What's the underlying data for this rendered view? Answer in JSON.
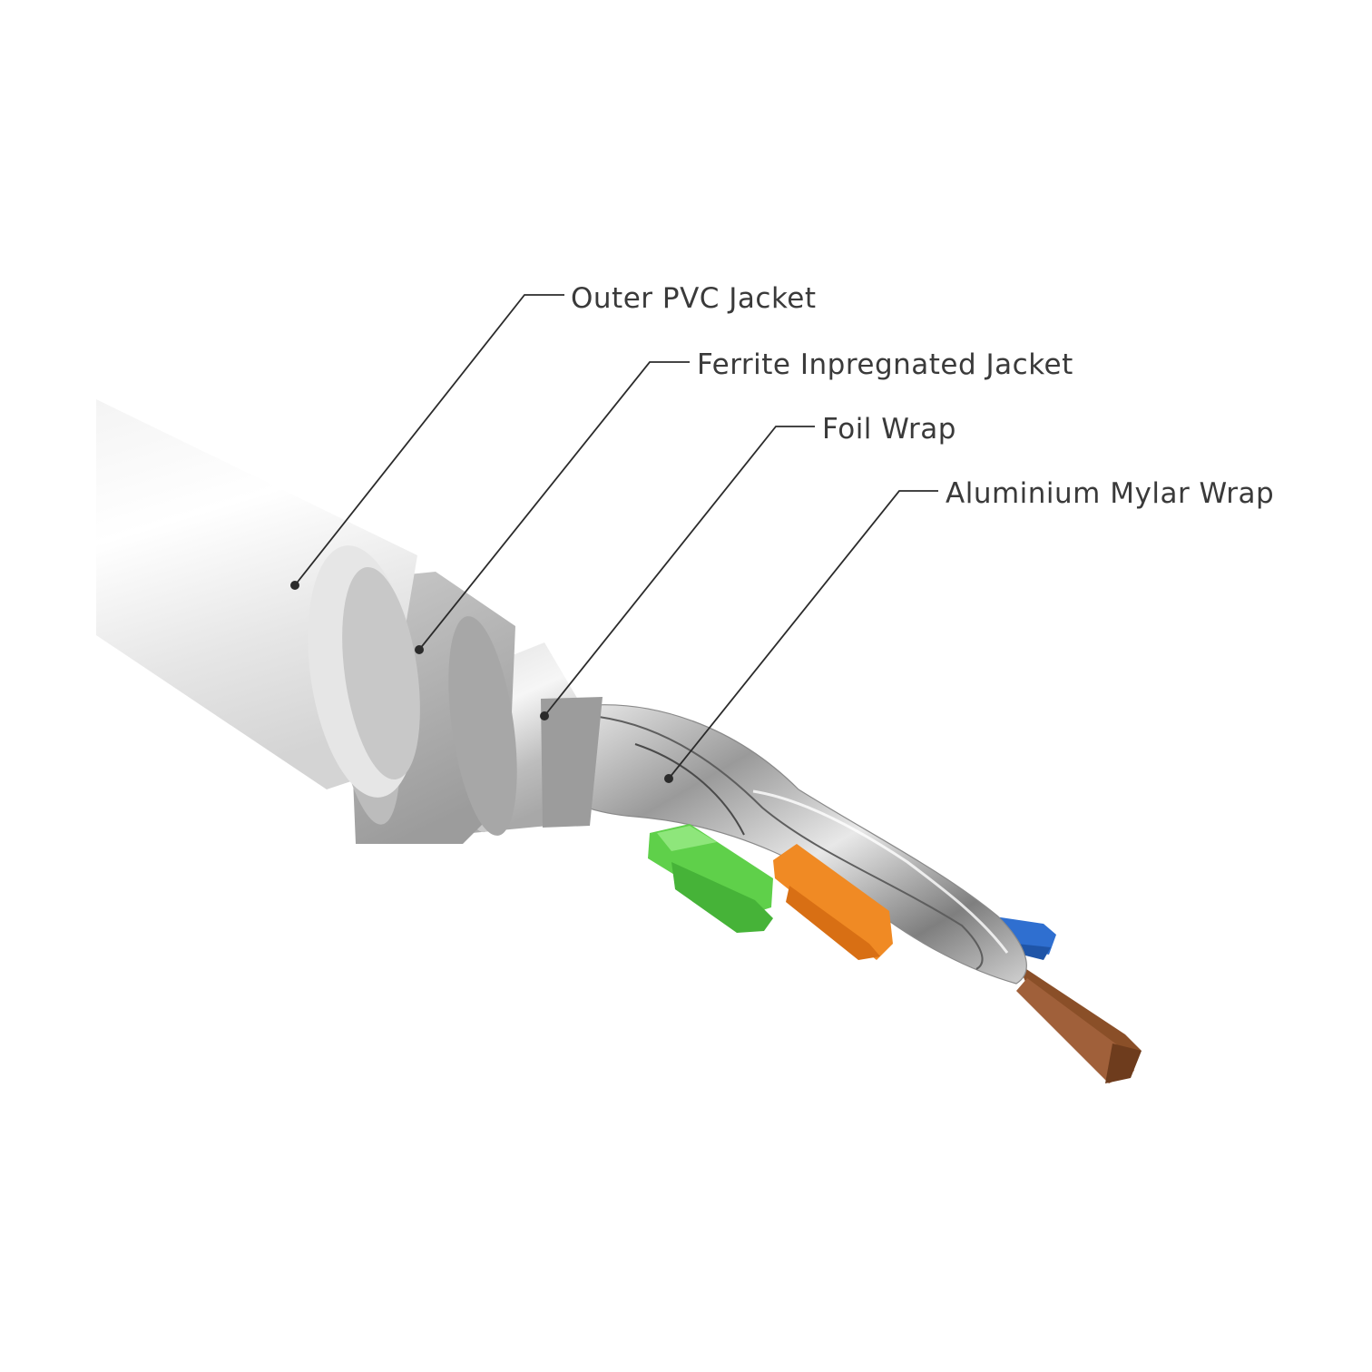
{
  "callouts": [
    {
      "id": "outer-pvc-jacket",
      "text": "Outer PVC Jacket"
    },
    {
      "id": "ferrite-jacket",
      "text": "Ferrite Inpregnated Jacket"
    },
    {
      "id": "foil-wrap",
      "text": "Foil Wrap"
    },
    {
      "id": "aluminium-mylar-wrap",
      "text": "Aluminium Mylar Wrap"
    }
  ],
  "colors": {
    "outer_jacket": "#ececec",
    "ferrite_jacket": "#b5b5b5",
    "foil": "#cfcfcf",
    "green_pair": "#5fd04a",
    "orange_pair": "#f08a24",
    "blue_pair": "#2f6fd0",
    "brown_pair": "#8a4f28"
  }
}
